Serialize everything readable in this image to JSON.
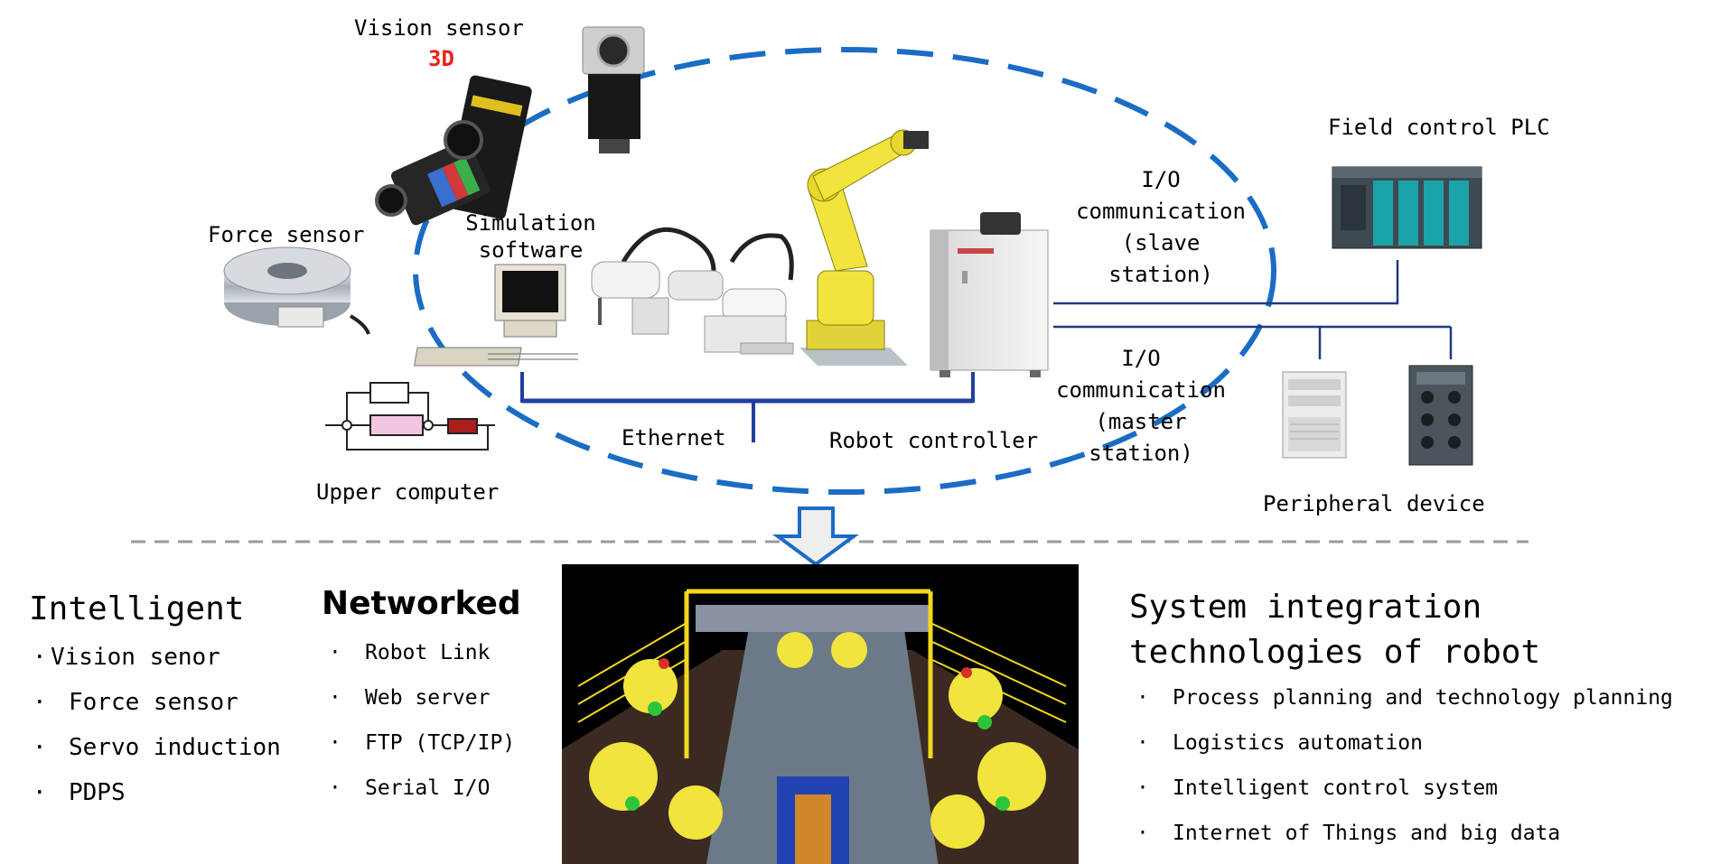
{
  "colors": {
    "ellipse": "#1a6cc4",
    "ethernet_bus": "#1f3fa0",
    "io_lines": "#1f3a80",
    "divider": "#9a9a9a",
    "accent_3d": "#e8231a",
    "robot_yellow": "#f1e43c",
    "arrow_fill": "#eeeeee",
    "arrow_stroke": "#1a6cc4"
  },
  "labels": {
    "vision_sensor": "Vision sensor",
    "vision_3d": "3D",
    "force_sensor": "Force sensor",
    "simulation_software_line1": "Simulation",
    "simulation_software_line2": "software",
    "upper_computer": "Upper computer",
    "ethernet": "Ethernet",
    "robot_controller": "Robot controller",
    "io_slave_line1": "I/O",
    "io_slave_line2": "communication",
    "io_slave_line3": "(slave",
    "io_slave_line4": "station)",
    "io_master_line1": "I/O",
    "io_master_line2": "communication",
    "io_master_line3": "(master",
    "io_master_line4": "station)",
    "field_control_plc": "Field control PLC",
    "peripheral_device": "Peripheral device"
  },
  "sections": {
    "intelligent": {
      "title": "Intelligent",
      "items": [
        "Vision senor",
        "Force sensor",
        "Servo induction",
        "PDPS"
      ]
    },
    "networked": {
      "title": "Networked",
      "items": [
        "Robot Link",
        "Web server",
        "FTP (TCP/IP)",
        "Serial I/O"
      ]
    },
    "system_integration": {
      "title_line1": "System integration",
      "title_line2": "technologies of robot",
      "items": [
        "Process planning and technology planning",
        "Logistics automation",
        "Intelligent control system",
        "Internet of Things and big data"
      ]
    }
  },
  "bullet": "·",
  "icons": {
    "vision_sensor_2d": "smart-camera-icon",
    "vision_sensor_3d": "3d-camera-icon",
    "force_sensor": "load-cell-icon",
    "simulation_software": "desktop-computer-icon",
    "control_block_diagram": "block-diagram-icon",
    "scara_robots": "scara-robot-icon",
    "industrial_robot": "industrial-robot-arm-icon",
    "robot_controller": "controller-cabinet-icon",
    "plc": "plc-rack-icon",
    "pc_tower": "pc-tower-icon",
    "io_module": "io-module-icon",
    "down_arrow": "down-arrow-icon",
    "workcell": "robot-workcell-simulation-icon"
  }
}
